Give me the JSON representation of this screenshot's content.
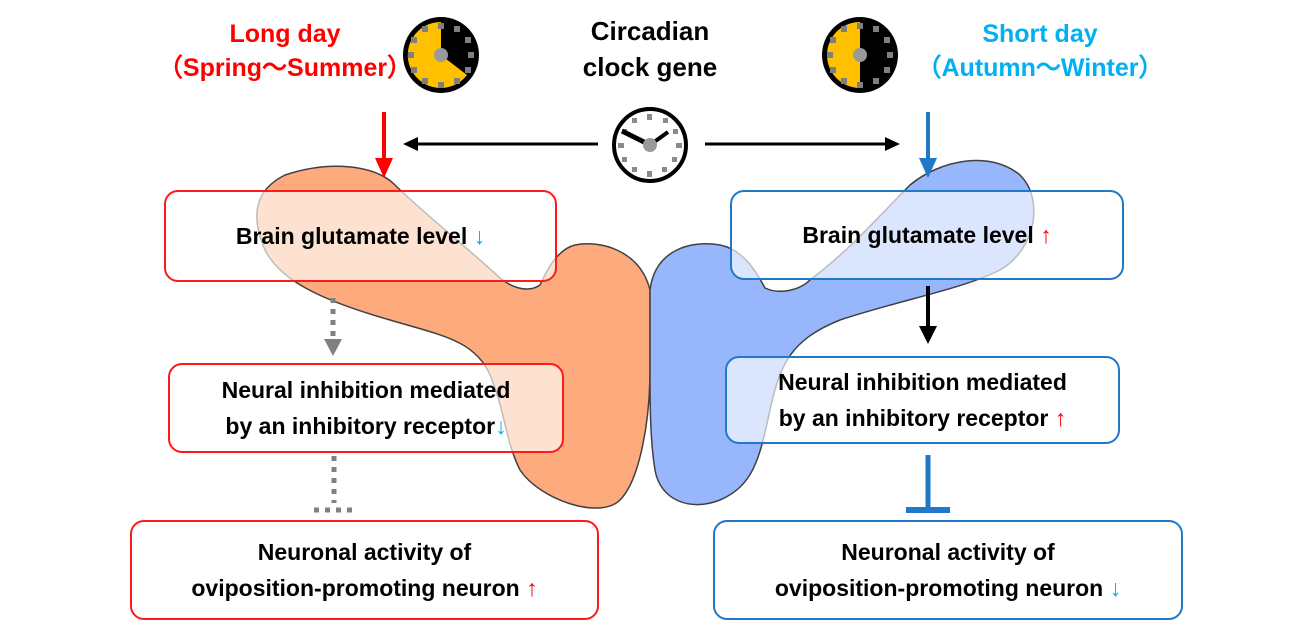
{
  "header": {
    "long_day": {
      "title": "Long day",
      "subtitle": "（Spring～Summer）",
      "color": "#ff0000"
    },
    "short_day": {
      "title": "Short day",
      "subtitle": "（Autumn～Winter）",
      "color": "#00b0f0"
    },
    "gene": {
      "line1": "Circadian",
      "line2": "clock gene"
    }
  },
  "icons": {
    "long_day_clock": "long-day-photoperiod-clock",
    "short_day_clock": "short-day-photoperiod-clock",
    "circadian_clock": "analog-clock"
  },
  "colors": {
    "long_side_brain": "#fdab7d",
    "short_side_brain": "#98b6fb",
    "long_border": "#ff1a1a",
    "short_border": "#1f78c8",
    "up_arrow": "#ff0000",
    "down_arrow": "#00b0f0",
    "clock_day": "#ffc000"
  },
  "long_path": {
    "glutamate": {
      "text": "Brain glutamate level",
      "arrow": "↓"
    },
    "inhibition": {
      "line1": "Neural inhibition mediated",
      "line2": "by an inhibitory receptor",
      "arrow": "↓"
    },
    "activity": {
      "line1": "Neuronal activity of",
      "line2": "oviposition-promoting neuron",
      "arrow": "↑"
    }
  },
  "short_path": {
    "glutamate": {
      "text": "Brain glutamate level",
      "arrow": "↑"
    },
    "inhibition": {
      "line1": "Neural inhibition mediated",
      "line2": "by an inhibitory receptor",
      "arrow": "↑"
    },
    "activity": {
      "line1": "Neuronal activity of",
      "line2": "oviposition-promoting neuron",
      "arrow": "↓"
    }
  }
}
